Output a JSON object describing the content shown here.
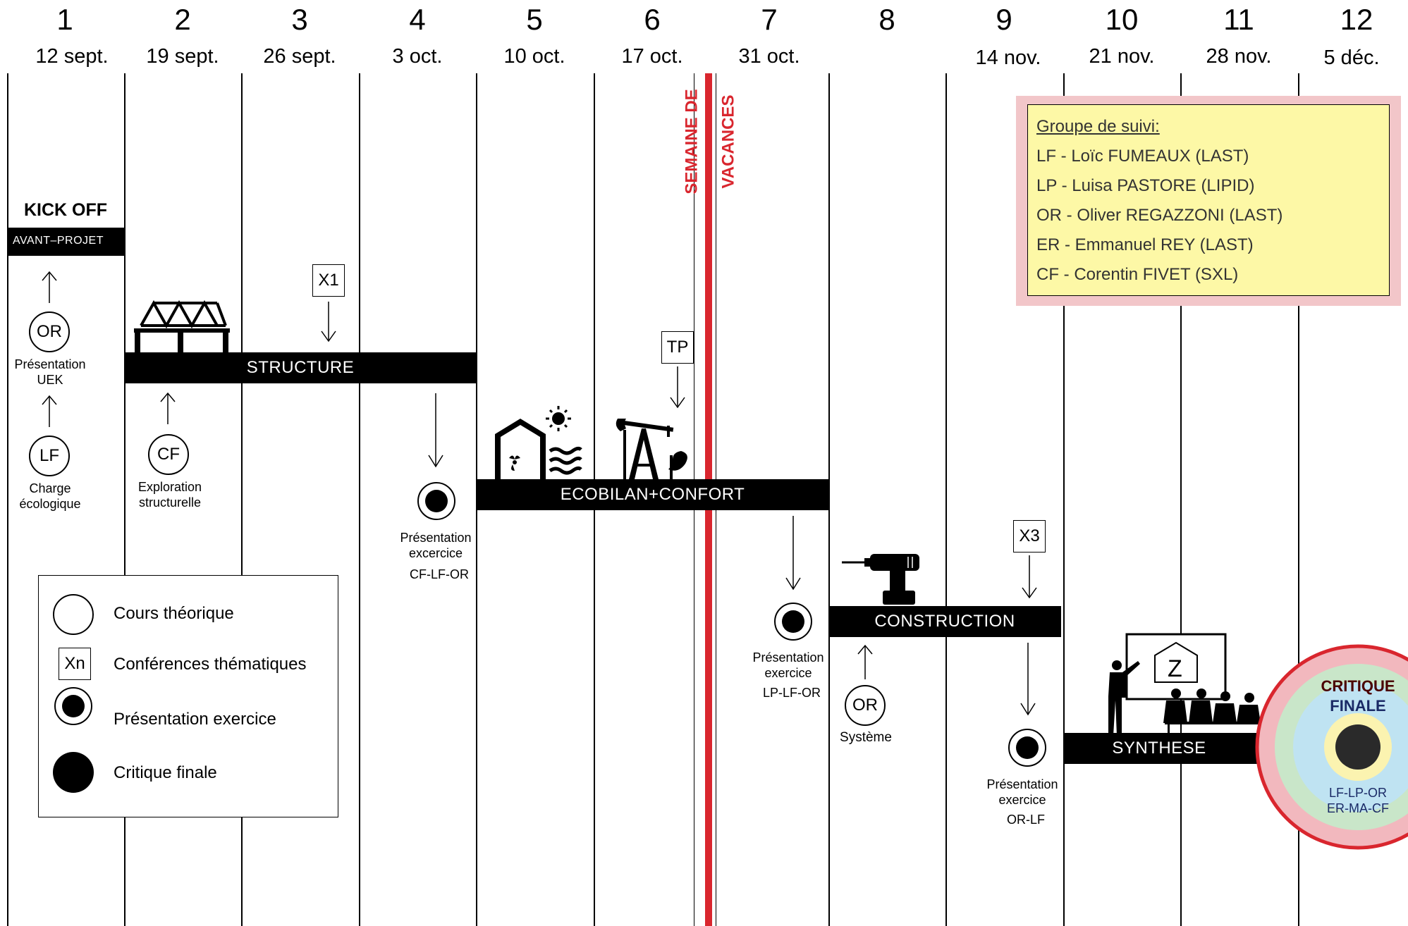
{
  "weeks": [
    {
      "num": "1",
      "date": "12 sept."
    },
    {
      "num": "2",
      "date": "19 sept."
    },
    {
      "num": "3",
      "date": "26 sept."
    },
    {
      "num": "4",
      "date": "3 oct."
    },
    {
      "num": "5",
      "date": "10 oct."
    },
    {
      "num": "6",
      "date": "17 oct."
    },
    {
      "num": "7",
      "date": "31 oct."
    },
    {
      "num": "8",
      "date": ""
    },
    {
      "num": "9",
      "date": "14 nov."
    },
    {
      "num": "10",
      "date": "21 nov."
    },
    {
      "num": "11",
      "date": "28 nov."
    },
    {
      "num": "12",
      "date": "5 déc."
    }
  ],
  "vacation": {
    "line1": "SEMAINE DE",
    "line2": "VACANCES",
    "color": "#d9262e"
  },
  "kickoff": {
    "title": "KICK  OFF",
    "bar": "AVANT–PROJET"
  },
  "bars": {
    "structure": "STRUCTURE",
    "ecobilan": "ECOBILAN+CONFORT",
    "construction": "CONSTRUCTION",
    "synthese": "SYNTHESE"
  },
  "circles": {
    "or1": "OR",
    "lf1": "LF",
    "cf1": "CF",
    "or2": "OR"
  },
  "labels": {
    "presentation_uek": "Présentation\nUEK",
    "charge": "Charge\nécologique",
    "exploration": "Exploration\nstructurelle",
    "systeme": "Système"
  },
  "conferences": {
    "x1": "X1",
    "tp": "TP",
    "x3": "X3"
  },
  "presentations": [
    {
      "title": "Présentation\nexcercice",
      "who": "CF-LF-OR"
    },
    {
      "title": "Présentation\nexercice",
      "who": "LP-LF-OR"
    },
    {
      "title": "Présentation\nexercice",
      "who": "OR-LF"
    }
  ],
  "critique": {
    "title1": "CRITIQUE",
    "title2": "FINALE",
    "who1": "LF-LP-OR",
    "who2": "ER-MA-CF",
    "ring_outer": "#d9262e",
    "ring_pink": "#f2b8be",
    "ring_green": "#c9e6c9",
    "ring_blue": "#bfe3f2",
    "ring_yellow": "#fbf3b0"
  },
  "suivi": {
    "title": "Groupe de suivi:",
    "members": [
      "LF - Loïc FUMEAUX (LAST)",
      "LP - Luisa PASTORE (LIPID)",
      "OR - Oliver REGAZZONI (LAST)",
      "ER - Emmanuel REY (LAST)",
      "CF - Corentin FIVET (SXL)"
    ],
    "bg": "#fdf8a6",
    "border": "#f2c6c9"
  },
  "legend": {
    "cours": "Cours théorique",
    "xn": "Xn",
    "conferences": "Conférences thématiques",
    "presentation": "Présentation exercice",
    "critique": "Critique finale"
  },
  "icons": [
    "truss-icon",
    "house-solar-icon",
    "pumpjack-icon",
    "drill-icon",
    "presentation-scene-icon"
  ]
}
